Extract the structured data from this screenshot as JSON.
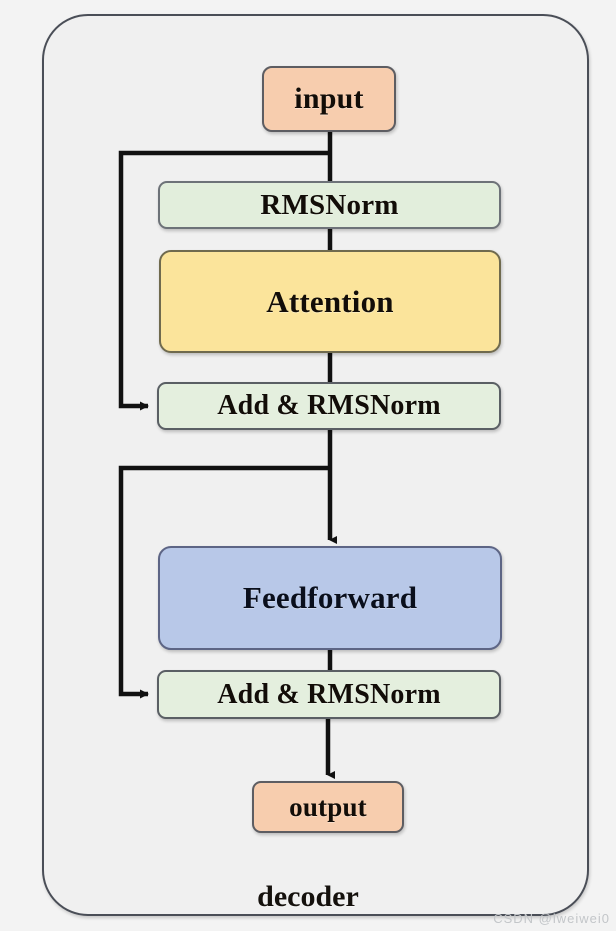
{
  "diagram": {
    "title": "decoder",
    "caption": "decoder",
    "watermark": "CSDN @lweiwei0",
    "nodes": [
      {
        "id": "input",
        "label": "input",
        "color": "#f7cdae",
        "role": "io"
      },
      {
        "id": "rmsnorm",
        "label": "RMSNorm",
        "color": "#e2eedc",
        "role": "norm"
      },
      {
        "id": "attention",
        "label": "Attention",
        "color": "#fbe49b",
        "role": "sublayer"
      },
      {
        "id": "add_rmsnorm_1",
        "label": "Add & RMSNorm",
        "color": "#e4efde",
        "role": "norm"
      },
      {
        "id": "feedforward",
        "label": "Feedforward",
        "color": "#b8c8e8",
        "role": "sublayer"
      },
      {
        "id": "add_rmsnorm_2",
        "label": "Add & RMSNorm",
        "color": "#e4efde",
        "role": "norm"
      },
      {
        "id": "output",
        "label": "output",
        "color": "#f7cdae",
        "role": "io"
      }
    ],
    "edges": [
      {
        "from": "input",
        "to": "rmsnorm",
        "type": "straight"
      },
      {
        "from": "rmsnorm",
        "to": "attention",
        "type": "straight"
      },
      {
        "from": "attention",
        "to": "add_rmsnorm_1",
        "type": "straight"
      },
      {
        "from": "input",
        "to": "add_rmsnorm_1",
        "type": "residual"
      },
      {
        "from": "add_rmsnorm_1",
        "to": "feedforward",
        "type": "straight"
      },
      {
        "from": "add_rmsnorm_1",
        "to": "add_rmsnorm_2",
        "type": "residual"
      },
      {
        "from": "feedforward",
        "to": "add_rmsnorm_2",
        "type": "straight"
      },
      {
        "from": "add_rmsnorm_2",
        "to": "output",
        "type": "straight"
      }
    ],
    "colors": {
      "background": "#f3f3f3",
      "container_fill": "#f0f0f0",
      "container_stroke": "#4a4e57",
      "line": "#111111",
      "io_fill": "#f7cdae",
      "norm_fill": "#e2eedc",
      "attention_fill": "#fbe49b",
      "feedforward_fill": "#b8c8e8"
    }
  }
}
